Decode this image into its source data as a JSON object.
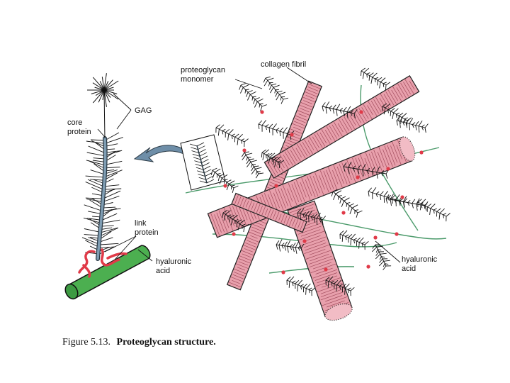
{
  "labels": {
    "gag": "GAG",
    "core_protein": [
      "core",
      "protein"
    ],
    "link_protein": [
      "link",
      "protein"
    ],
    "hyaluronic_left": [
      "hyaluronic",
      "acid"
    ],
    "proteoglycan_monomer": [
      "proteoglycan",
      "monomer"
    ],
    "collagen_fibril": "collagen fibril",
    "hyaluronic_right": [
      "hyaluronic",
      "acid"
    ]
  },
  "caption": {
    "prefix": "Figure 5.13.",
    "title": "Proteoglycan structure."
  },
  "colors": {
    "collagen": "#e8a0ac",
    "collagen_line": "#a04b5c",
    "hyaluronic_tube": "#4caf50",
    "hyaluronic_strand": "#4a9a6a",
    "link_protein": "#e03a48",
    "core_protein": "#6f8fa7",
    "arrow": "#6e8ea8",
    "ink": "#111111"
  }
}
